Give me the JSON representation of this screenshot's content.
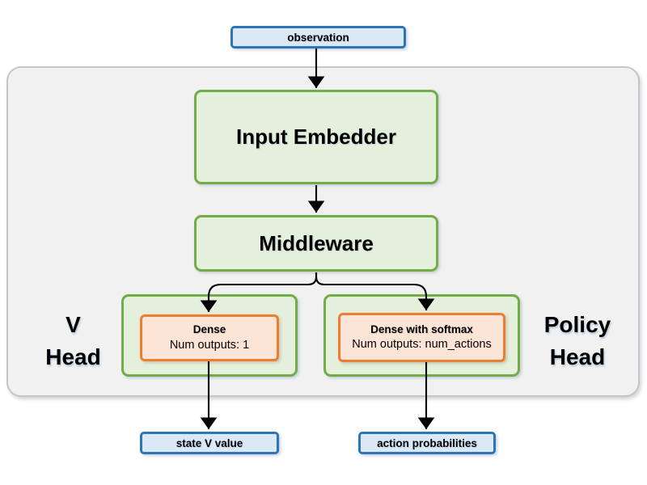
{
  "colors": {
    "blue_border": "#2e75b6",
    "blue_fill": "#dbe9f7",
    "green_border": "#70ad47",
    "green_fill": "#e4efdc",
    "orange_border": "#ed7d31",
    "orange_fill": "#fce5d6",
    "container_fill": "#f1f1f1",
    "container_border": "#c6c6c6",
    "arrow_color": "#000000",
    "text_color": "#000000"
  },
  "nodes": {
    "observation": "observation",
    "input_embedder": "Input Embedder",
    "middleware": "Middleware",
    "v_head_label": {
      "line1": "V",
      "line2": "Head"
    },
    "v_dense": {
      "title": "Dense",
      "subtitle": "Num outputs: 1"
    },
    "policy_head_label": {
      "line1": "Policy",
      "line2": "Head"
    },
    "policy_dense": {
      "title": "Dense with softmax",
      "subtitle": "Num outputs: num_actions"
    },
    "state_v_value": "state V value",
    "action_probabilities": "action probabilities"
  }
}
